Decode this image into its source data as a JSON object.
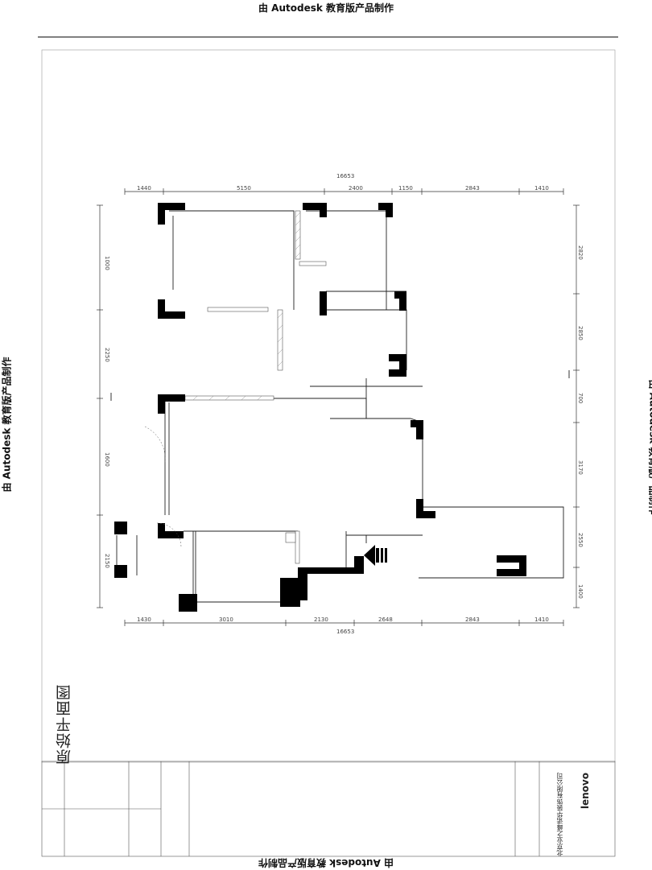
{
  "watermark": "由 Autodesk 教育版产品制作",
  "plan": {
    "title": "原始平面图",
    "overall_top": "16653",
    "overall_bottom": "16653",
    "top_dims": [
      "1440",
      "5150",
      "2400",
      "1150",
      "2843",
      "1410"
    ],
    "bottom_dims": [
      "1430",
      "3010",
      "2130",
      "2648",
      "2843",
      "1410"
    ],
    "left_dims": [
      "1000",
      "2250",
      "1600",
      "2150"
    ],
    "right_dims": [
      "2820",
      "2850",
      "700",
      "3170",
      "2550",
      "1400"
    ]
  },
  "title_block": {
    "company": "北京业之峰诺华装饰有限公司",
    "logo": "lenovo"
  }
}
